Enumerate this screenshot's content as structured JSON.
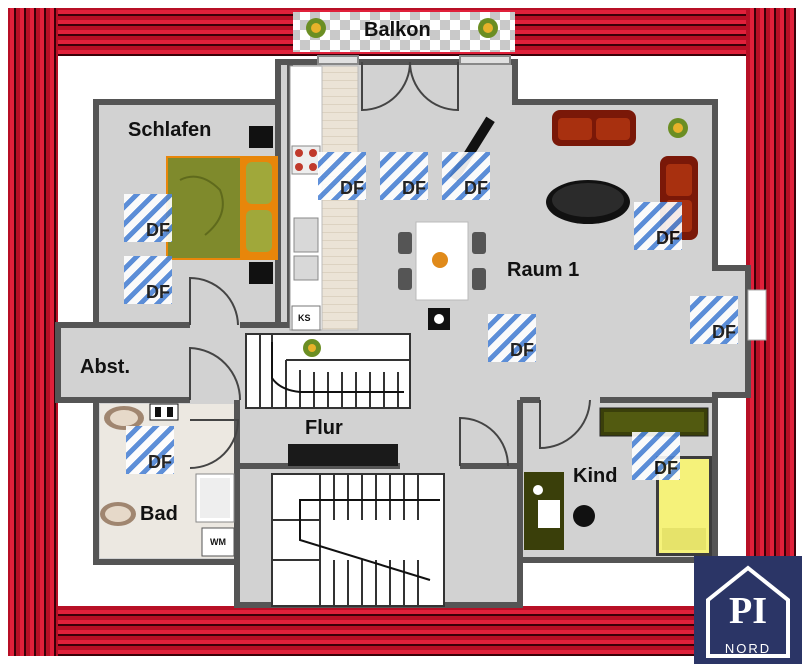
{
  "rooms": {
    "balkon": "Balkon",
    "schlafen": "Schlafen",
    "raum1": "Raum 1",
    "abst": "Abst.",
    "flur": "Flur",
    "kind": "Kind",
    "bad": "Bad"
  },
  "skylight_label": "DF",
  "fixtures": {
    "kitchen_cabinet": "KS",
    "washing_machine": "WM"
  },
  "logo": {
    "main": "PI",
    "sub": "NORD"
  },
  "colors": {
    "roof": "#c8102e",
    "floor": "#d2d2d2",
    "wall": "#555555",
    "logo_bg": "#2b3566",
    "skylight": "#4f86d8"
  }
}
